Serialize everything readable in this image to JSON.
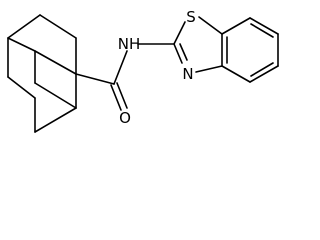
{
  "structure": {
    "atom_labels": {
      "amide_nitrogen": "NH",
      "carbonyl_oxygen": "O",
      "ring_sulfur": "S",
      "ring_nitrogen": "N"
    }
  }
}
